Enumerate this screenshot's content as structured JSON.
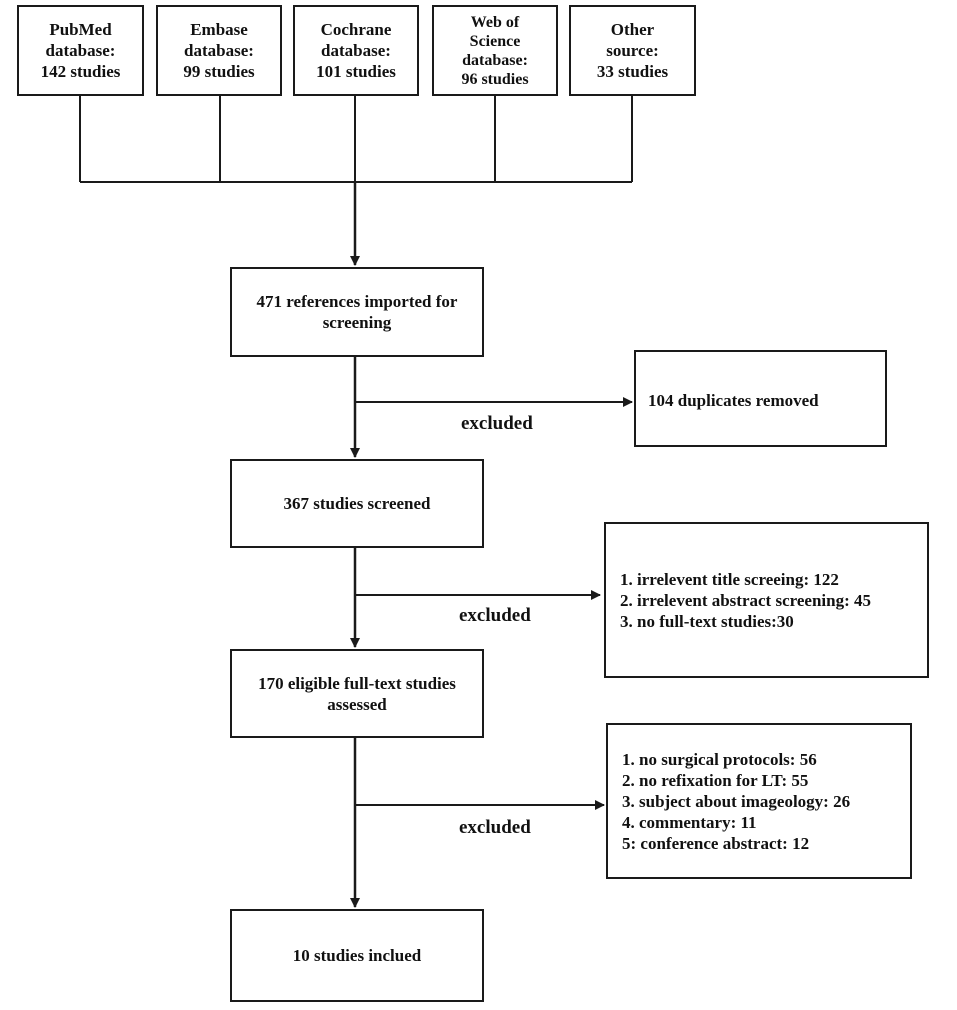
{
  "sources": [
    {
      "lines": [
        "PubMed",
        "database:",
        "142 studies"
      ]
    },
    {
      "lines": [
        "Embase",
        "database:",
        "99 studies"
      ]
    },
    {
      "lines": [
        "Cochrane",
        "database:",
        "101 studies"
      ]
    },
    {
      "lines": [
        "Web of",
        "Science",
        "database:",
        "96 studies"
      ]
    },
    {
      "lines": [
        "Other",
        "source:",
        "33 studies"
      ]
    }
  ],
  "imported": {
    "lines": [
      "471 references imported for",
      "screening"
    ]
  },
  "duplicates": {
    "lines": [
      "104 duplicates removed"
    ]
  },
  "screened": {
    "lines": [
      "367 studies screened"
    ]
  },
  "screen_excluded": {
    "lines": [
      "1. irrelevent title screeing: 122",
      "2. irrelevent abstract screening: 45",
      "3. no full-text studies:30"
    ]
  },
  "eligible": {
    "lines": [
      "170 eligible full-text studies",
      "assessed"
    ]
  },
  "fulltext_excluded": {
    "lines": [
      "1. no surgical protocols: 56",
      "2. no refixation for LT: 55",
      "3. subject about imageology: 26",
      "4. commentary: 11",
      "5: conference abstract: 12"
    ]
  },
  "included": {
    "lines": [
      "10 studies inclued"
    ]
  },
  "labels": {
    "excluded_1": "excluded",
    "excluded_2": "excluded",
    "excluded_3": "excluded"
  }
}
